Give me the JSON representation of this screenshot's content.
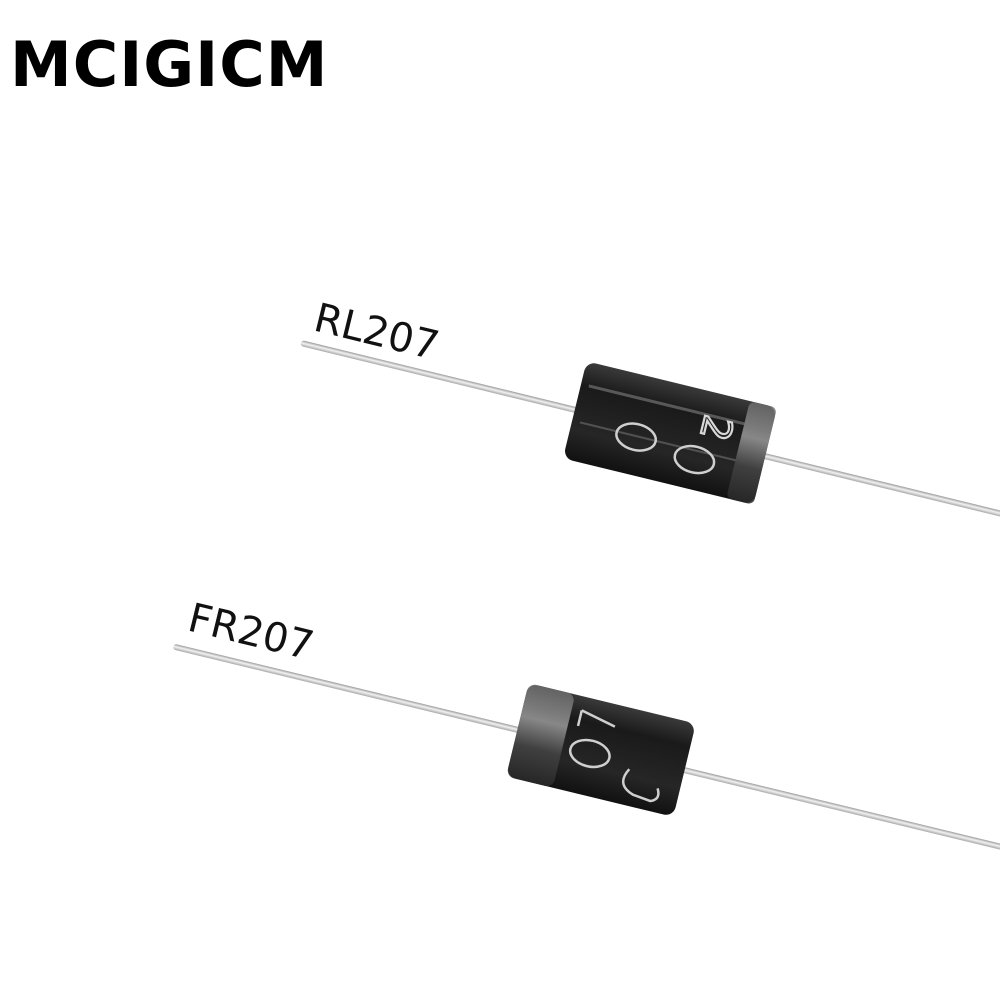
{
  "brand": {
    "name": "MCIGICM"
  },
  "components": [
    {
      "id": "rl207",
      "label": "RL207",
      "body_marking_top": "2",
      "body_marking_bottom": "0 0",
      "body_color": "#1e1e1e",
      "band_color": "#555555",
      "lead_color": "#c8c8c8"
    },
    {
      "id": "fr207",
      "label": "FR207",
      "body_marking_top": "7",
      "body_marking_bottom": "0 C",
      "body_color": "#1e1e1e",
      "band_color": "#555555",
      "lead_color": "#c8c8c8"
    }
  ]
}
